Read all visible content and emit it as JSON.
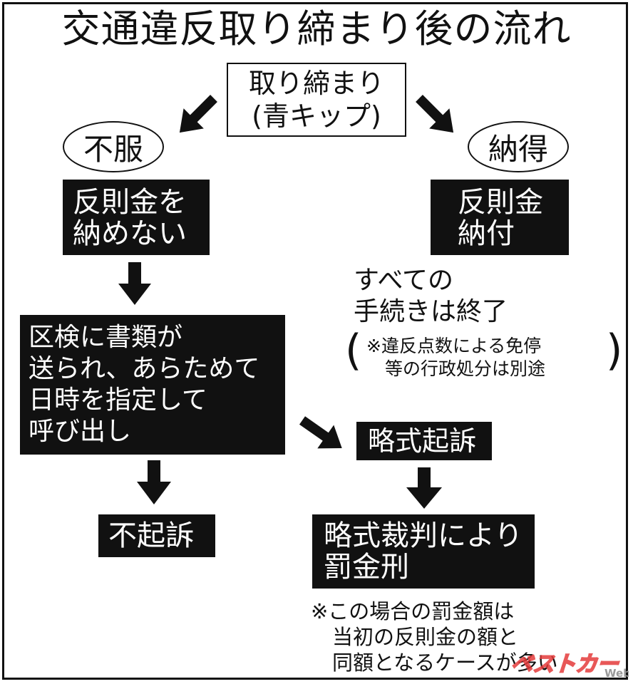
{
  "title": "交通違反取り締まり後の流れ",
  "start": {
    "line1": "取り締まり",
    "line2": "(青キップ)"
  },
  "left_branch": {
    "oval": "不服",
    "box1": {
      "line1": "反則金を",
      "line2": "納めない"
    },
    "box2": {
      "line1": "区検に書類が",
      "line2": "送られ、あらためて",
      "line3": "日時を指定して",
      "line4": "呼び出し"
    },
    "fusoso": "不起訴"
  },
  "right_branch": {
    "oval": "納得",
    "box": {
      "line1": "反則金",
      "line2": "納付"
    },
    "result": {
      "line1": "すべての",
      "line2": "手続きは終了"
    },
    "note": {
      "line1": "※違反点数による免停",
      "line2": "等の行政処分は別途"
    }
  },
  "summary_flow": {
    "ryakushiki_kiso": "略式起訴",
    "result_box": {
      "line1": "略式裁判により",
      "line2": "罰金刑"
    },
    "note": {
      "line1": "※この場合の罰金額は",
      "line2": "当初の反則金の額と",
      "line3": "同額となるケースが多い"
    }
  },
  "logo": {
    "text": "ベストカー",
    "suffix": "Web",
    "color": "#e43b3b"
  }
}
